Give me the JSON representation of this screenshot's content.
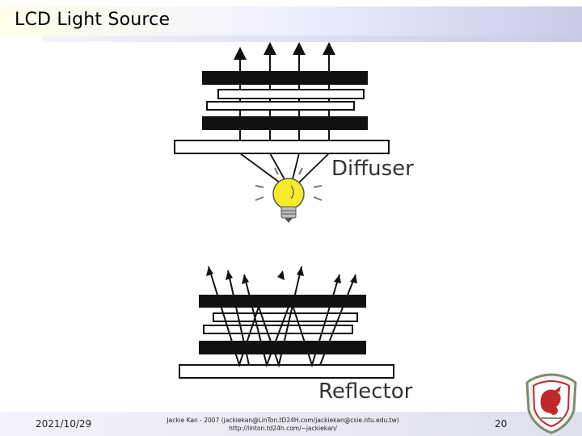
{
  "slide": {
    "title": "LCD Light Source"
  },
  "diagram": {
    "top_label": "Diffuser",
    "bottom_label": "Reflector"
  },
  "footer": {
    "date": "2021/10/29",
    "credit_line1": "Jackie Kan - 2007 (jackiekan@LinTon.tD24H.com/jackiekan@csie.ntu.edu.tw)",
    "credit_line2": "http://linton.td24h.com/~jackiekan/",
    "page_number": "20"
  },
  "colors": {
    "bulb": "#f6ea2a",
    "dark_plate": "#111111",
    "title_gradient_end": "#c9cbe6"
  },
  "icons": {
    "logo": "crest-logo-icon"
  }
}
